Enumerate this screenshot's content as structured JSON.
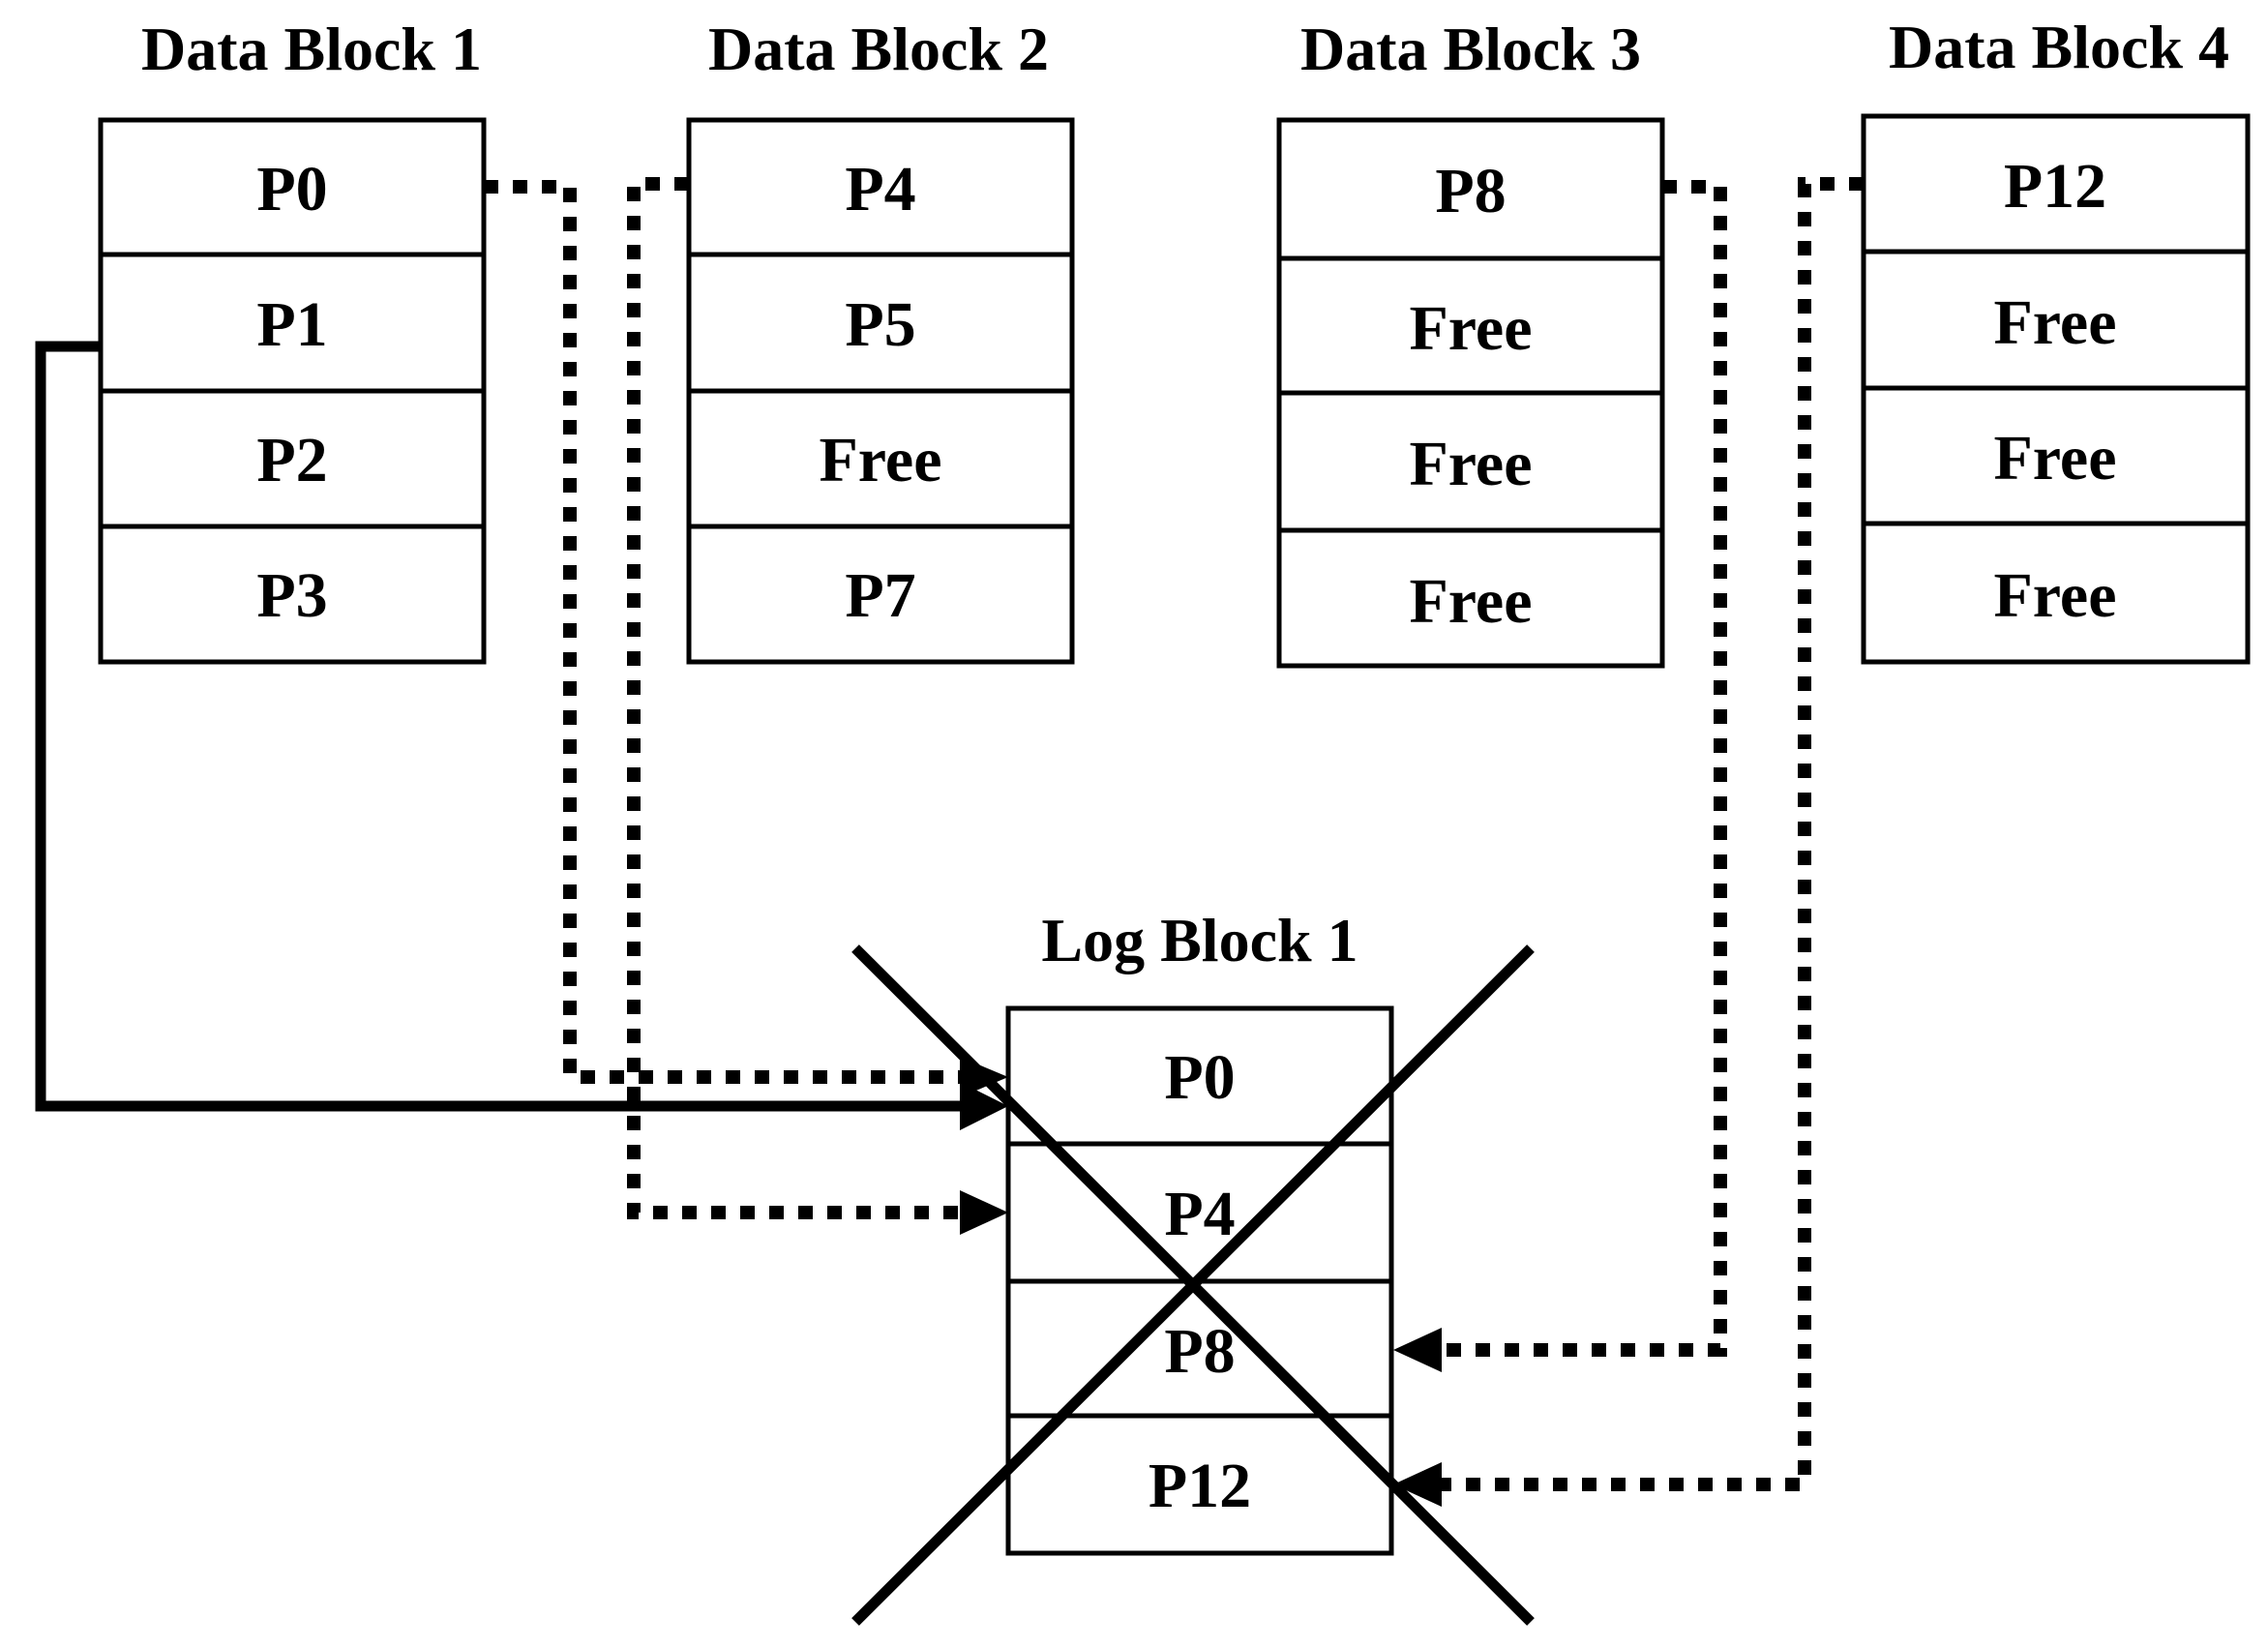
{
  "data_blocks": [
    {
      "title": "Data Block 1",
      "pages": [
        "P0",
        "P1",
        "P2",
        "P3"
      ]
    },
    {
      "title": "Data Block 2",
      "pages": [
        "P4",
        "P5",
        "Free",
        "P7"
      ]
    },
    {
      "title": "Data Block 3",
      "pages": [
        "P8",
        "Free",
        "Free",
        "Free"
      ]
    },
    {
      "title": "Data Block 4",
      "pages": [
        "P12",
        "Free",
        "Free",
        "Free"
      ]
    }
  ],
  "log_block": {
    "title": "Log Block 1",
    "pages": [
      "P0",
      "P4",
      "P8",
      "P12"
    ],
    "erased": true
  },
  "connections": [
    {
      "from": "Data Block 1 / P1",
      "to": "Log Block 1 / P0",
      "style": "solid"
    },
    {
      "from": "Data Block 1 / P0",
      "to": "Log Block 1 / P0",
      "style": "dotted"
    },
    {
      "from": "Data Block 2 / P4",
      "to": "Log Block 1 / P4",
      "style": "dotted"
    },
    {
      "from": "Data Block 3 / P8",
      "to": "Log Block 1 / P8",
      "style": "dotted"
    },
    {
      "from": "Data Block 4 / P12",
      "to": "Log Block 1 / P12",
      "style": "dotted"
    }
  ],
  "colors": {
    "ink": "#000000",
    "background": "#ffffff"
  }
}
